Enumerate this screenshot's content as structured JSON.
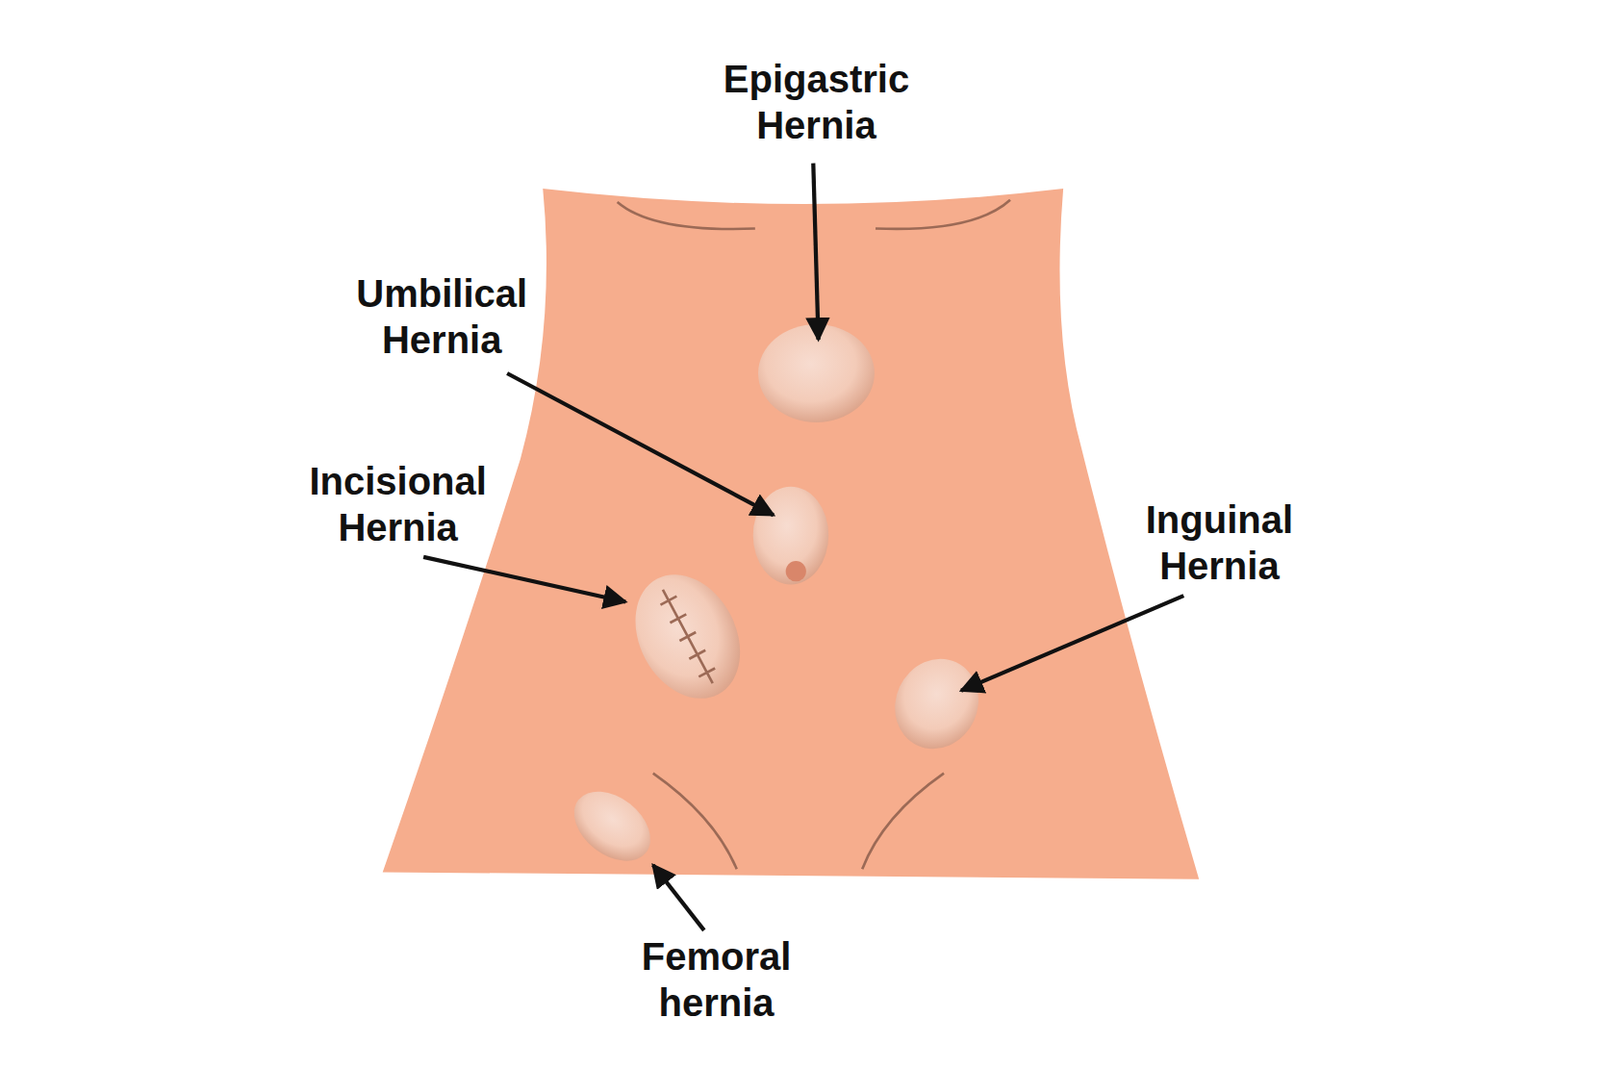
{
  "diagram": {
    "labels": [
      "Epigastric Hernia",
      "Umbilical Hernia",
      "Incisional Hernia",
      "Inguinal Hernia",
      "Femoral hernia"
    ]
  }
}
